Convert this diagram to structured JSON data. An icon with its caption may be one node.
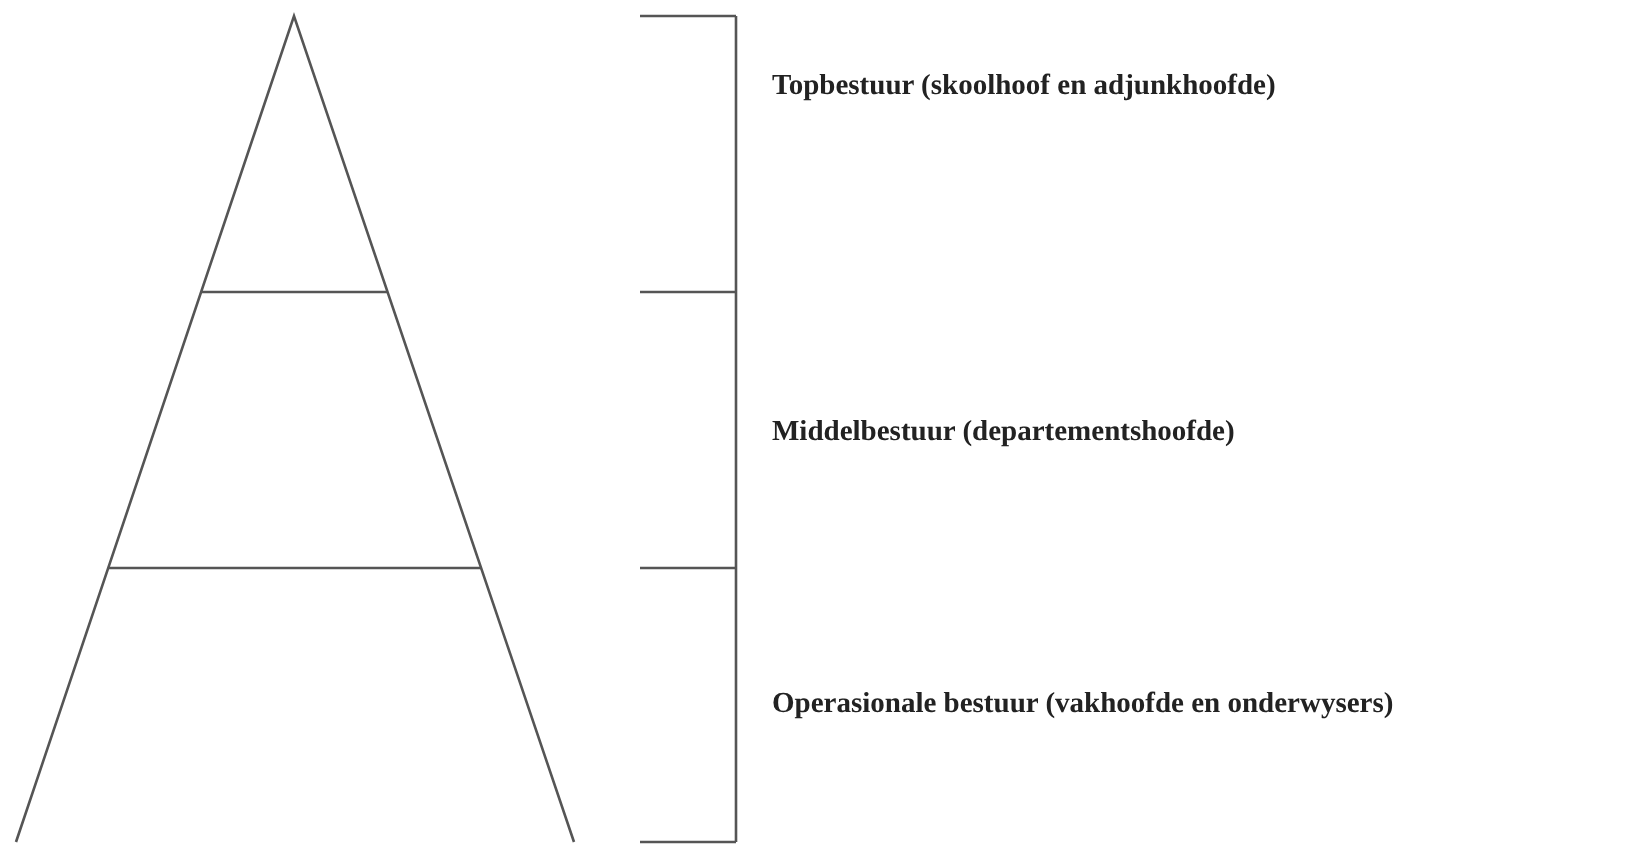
{
  "diagram": {
    "labels": [
      "Topbestuur (skoolhoof en adjunkhoofde)",
      "Middelbestuur (departementshoofde)",
      "Operasionale bestuur (vakhoofde en onderwysers)"
    ]
  }
}
